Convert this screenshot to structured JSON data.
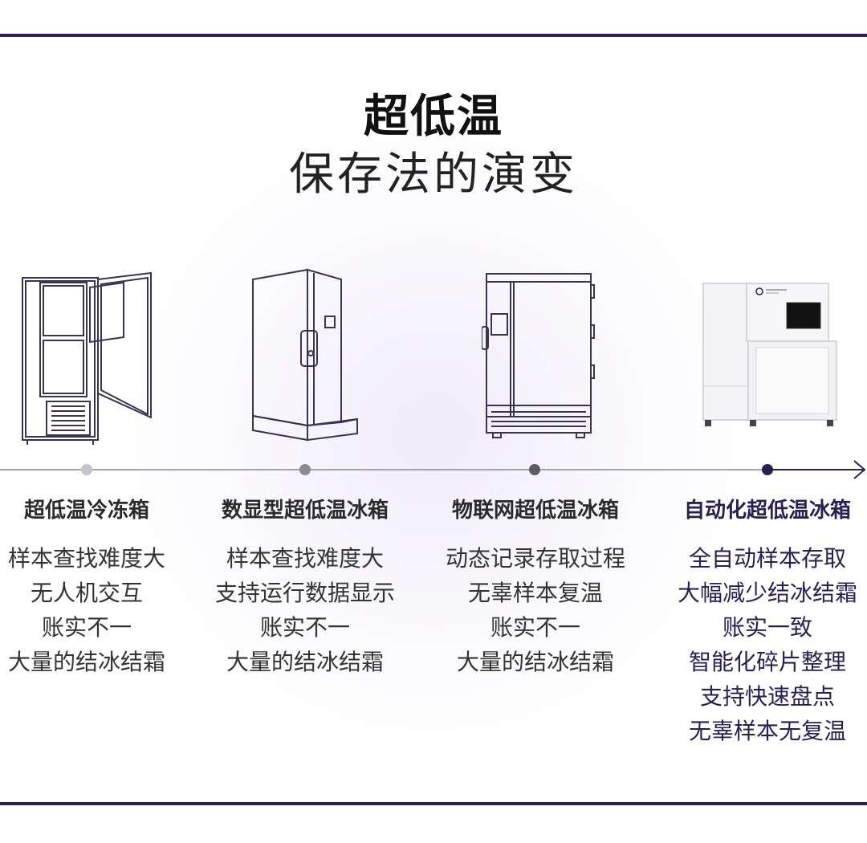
{
  "title": {
    "main": "超低温",
    "sub": "保存法的演变"
  },
  "accent_color": "#2a1f55",
  "stages": [
    {
      "title": "超低温冷冻箱",
      "lines": [
        "样本查找难度大",
        "无人机交互",
        "账实不一",
        "大量的结冰结霜"
      ]
    },
    {
      "title": "数显型超低温冰箱",
      "lines": [
        "样本查找难度大",
        "支持运行数据显示",
        "账实不一",
        "大量的结冰结霜"
      ]
    },
    {
      "title": "物联网超低温冰箱",
      "lines": [
        "动态记录存取过程",
        "无辜样本复温",
        "账实不一",
        "大量的结冰结霜"
      ]
    },
    {
      "title": "自动化超低温冰箱",
      "lines": [
        "全自动样本存取",
        "大幅减少结冰结霜",
        "账实一致",
        "智能化碎片整理",
        "支持快速盘点",
        "无辜样本无复温"
      ]
    }
  ]
}
